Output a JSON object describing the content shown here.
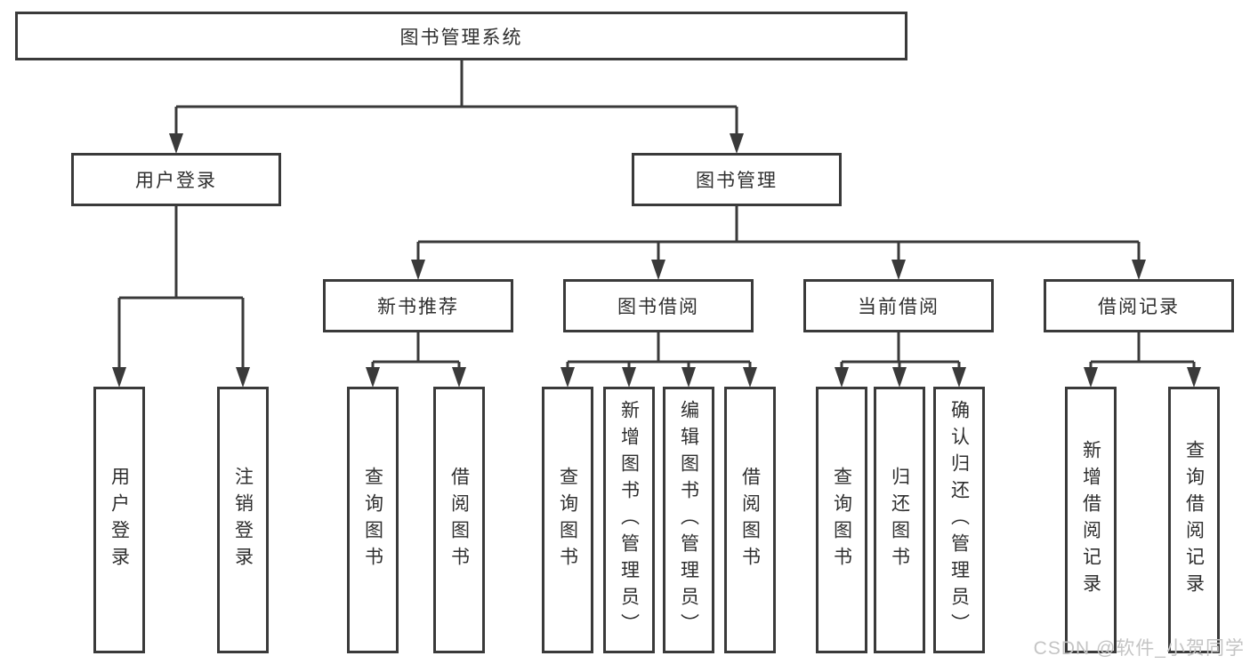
{
  "tree": {
    "root": {
      "label": "图书管理系统",
      "children": [
        {
          "label": "用户登录",
          "children": [
            {
              "label": "用户登录"
            },
            {
              "label": "注销登录"
            }
          ]
        },
        {
          "label": "图书管理",
          "children": [
            {
              "label": "新书推荐",
              "children": [
                {
                  "label": "查询图书"
                },
                {
                  "label": "借阅图书"
                }
              ]
            },
            {
              "label": "图书借阅",
              "children": [
                {
                  "label": "查询图书"
                },
                {
                  "label": "新增图书（管理员）"
                },
                {
                  "label": "编辑图书（管理员）"
                },
                {
                  "label": "借阅图书"
                }
              ]
            },
            {
              "label": "当前借阅",
              "children": [
                {
                  "label": "查询图书"
                },
                {
                  "label": "归还图书"
                },
                {
                  "label": "确认归还（管理员）"
                }
              ]
            },
            {
              "label": "借阅记录",
              "children": [
                {
                  "label": "新增借阅记录"
                },
                {
                  "label": "查询借阅记录"
                }
              ]
            }
          ]
        }
      ]
    }
  },
  "watermark": {
    "text": "CSDN @软件_小贺同学"
  },
  "colors": {
    "line": "#3a3a3a",
    "box_border": "#3a3a3a",
    "text": "#2f2f2f",
    "watermark": "#c4c4c4",
    "background": "#ffffff"
  }
}
